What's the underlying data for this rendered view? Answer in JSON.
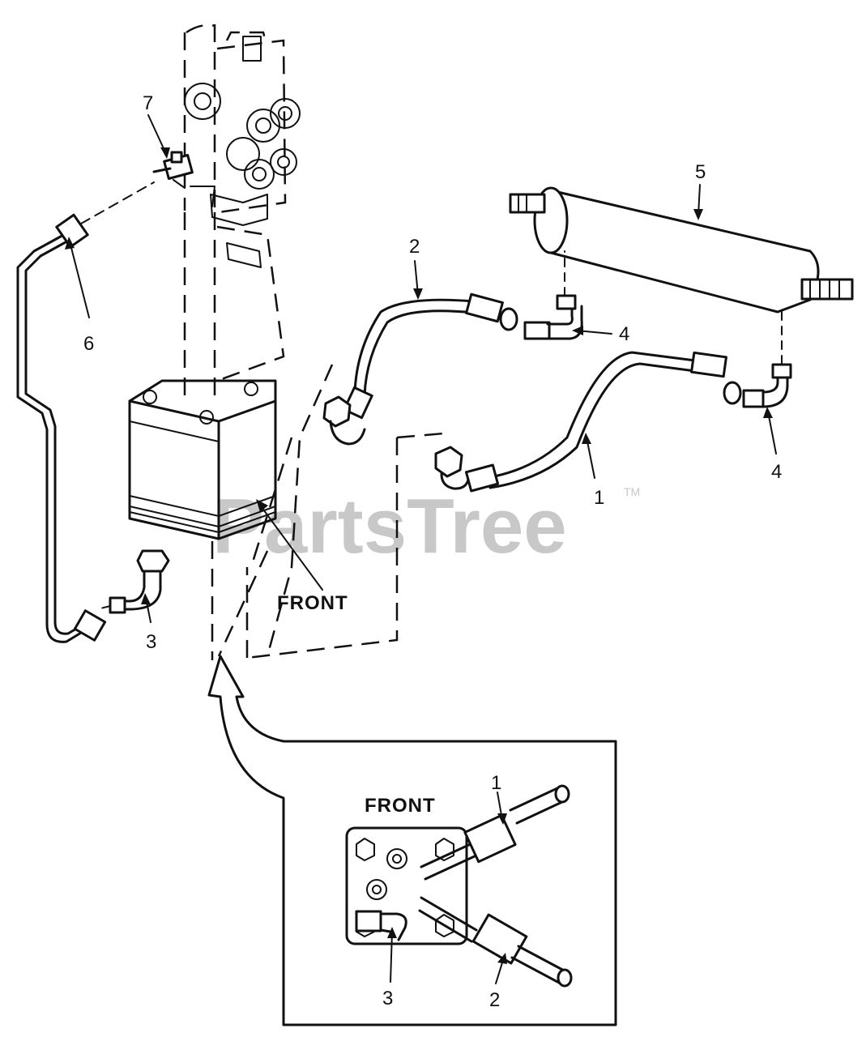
{
  "diagram": {
    "callouts": {
      "c1_main": "1",
      "c2_main": "2",
      "c3_main": "3",
      "c4_upper": "4",
      "c4_lower": "4",
      "c5": "5",
      "c6": "6",
      "c7": "7",
      "c1_inset": "1",
      "c2_inset": "2",
      "c3_inset": "3"
    },
    "labels": {
      "front_main": "FRONT",
      "front_inset": "FRONT"
    },
    "watermark": {
      "text": "PartsTree",
      "trademark": "TM"
    }
  }
}
